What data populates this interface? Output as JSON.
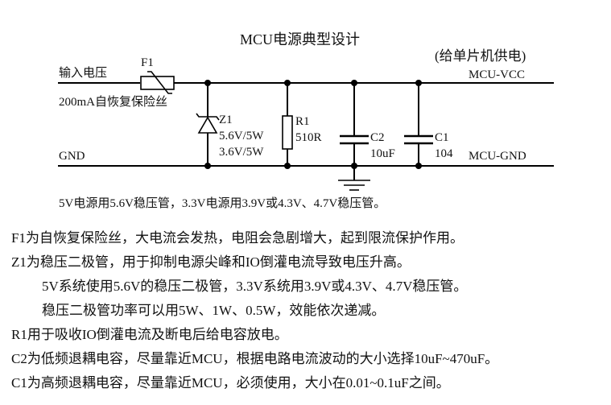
{
  "title": "MCU电源典型设计",
  "supply_note": "(给单片机供电)",
  "nets": {
    "input": "输入电压",
    "gnd": "GND",
    "mcu_vcc": "MCU-VCC",
    "mcu_gnd": "MCU-GND"
  },
  "components": {
    "f1": {
      "ref": "F1",
      "desc": "200mA自恢复保险丝"
    },
    "z1": {
      "ref": "Z1",
      "value1": "5.6V/5W",
      "value2": "3.6V/5W"
    },
    "r1": {
      "ref": "R1",
      "value": "510R"
    },
    "c2": {
      "ref": "C2",
      "value": "10uF"
    },
    "c1": {
      "ref": "C1",
      "value": "104"
    }
  },
  "diagram_note": "5V电源用5.6V稳压管，3.3V电源用3.9V或4.3V、4.7V稳压管。",
  "notes": [
    "F1为自恢复保险丝，大电流会发热，电阻会急剧增大，起到限流保护作用。",
    "Z1为稳压二极管，用于抑制电源尖峰和IO倒灌电流导致电压升高。",
    "5V系统使用5.6V的稳压二极管，3.3V系统用3.9V或4.3V、4.7V稳压管。",
    "稳压二极管功率可以用5W、1W、0.5W，效能依次递减。",
    "R1用于吸收IO倒灌电流及断电后给电容放电。",
    "C2为低频退耦电容，尽量靠近MCU，根据电路电流波动的大小选择10uF~470uF。",
    "C1为高频退耦电容，尽量靠近MCU，必须使用，大小在0.01~0.1uF之间。"
  ]
}
